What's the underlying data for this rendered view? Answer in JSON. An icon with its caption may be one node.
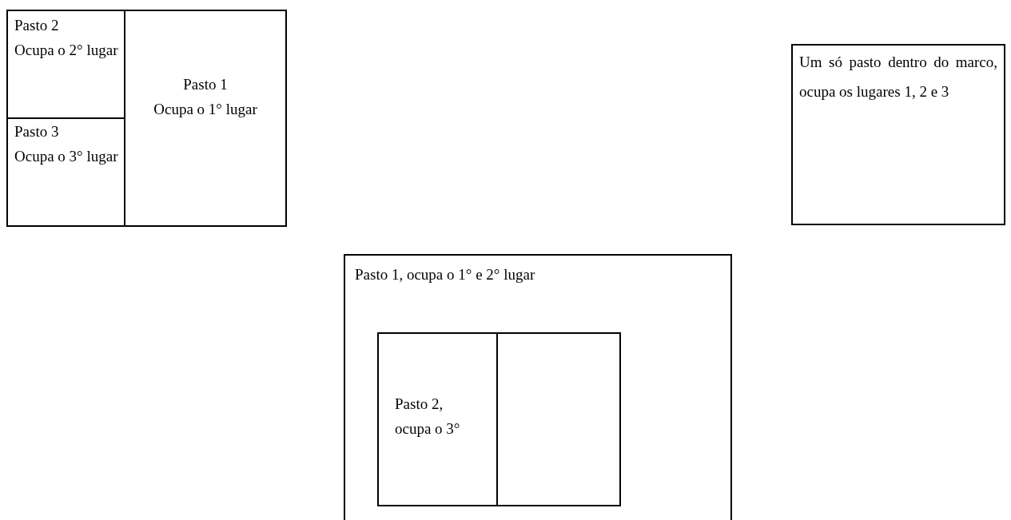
{
  "diagram": {
    "nodes": [
      {
        "text": [
          "Pasto 2",
          "Ocupa o 2° lugar"
        ]
      },
      {
        "text": [
          "Pasto 3",
          "Ocupa o 3° lugar"
        ]
      },
      {
        "text": [
          "Pasto 1",
          "Ocupa o 1° lugar"
        ]
      },
      {
        "text": [
          "Um só pasto dentro do marco, ocupa os lugares 1, 2 e 3"
        ]
      },
      {
        "text": [
          "Pasto 1, ocupa o 1° e 2° lugar"
        ]
      },
      {
        "text": [
          "Pasto 2, ocupa o 3°"
        ],
        "in": 4
      },
      {
        "text": [],
        "shape": "box",
        "in": 4
      }
    ]
  }
}
